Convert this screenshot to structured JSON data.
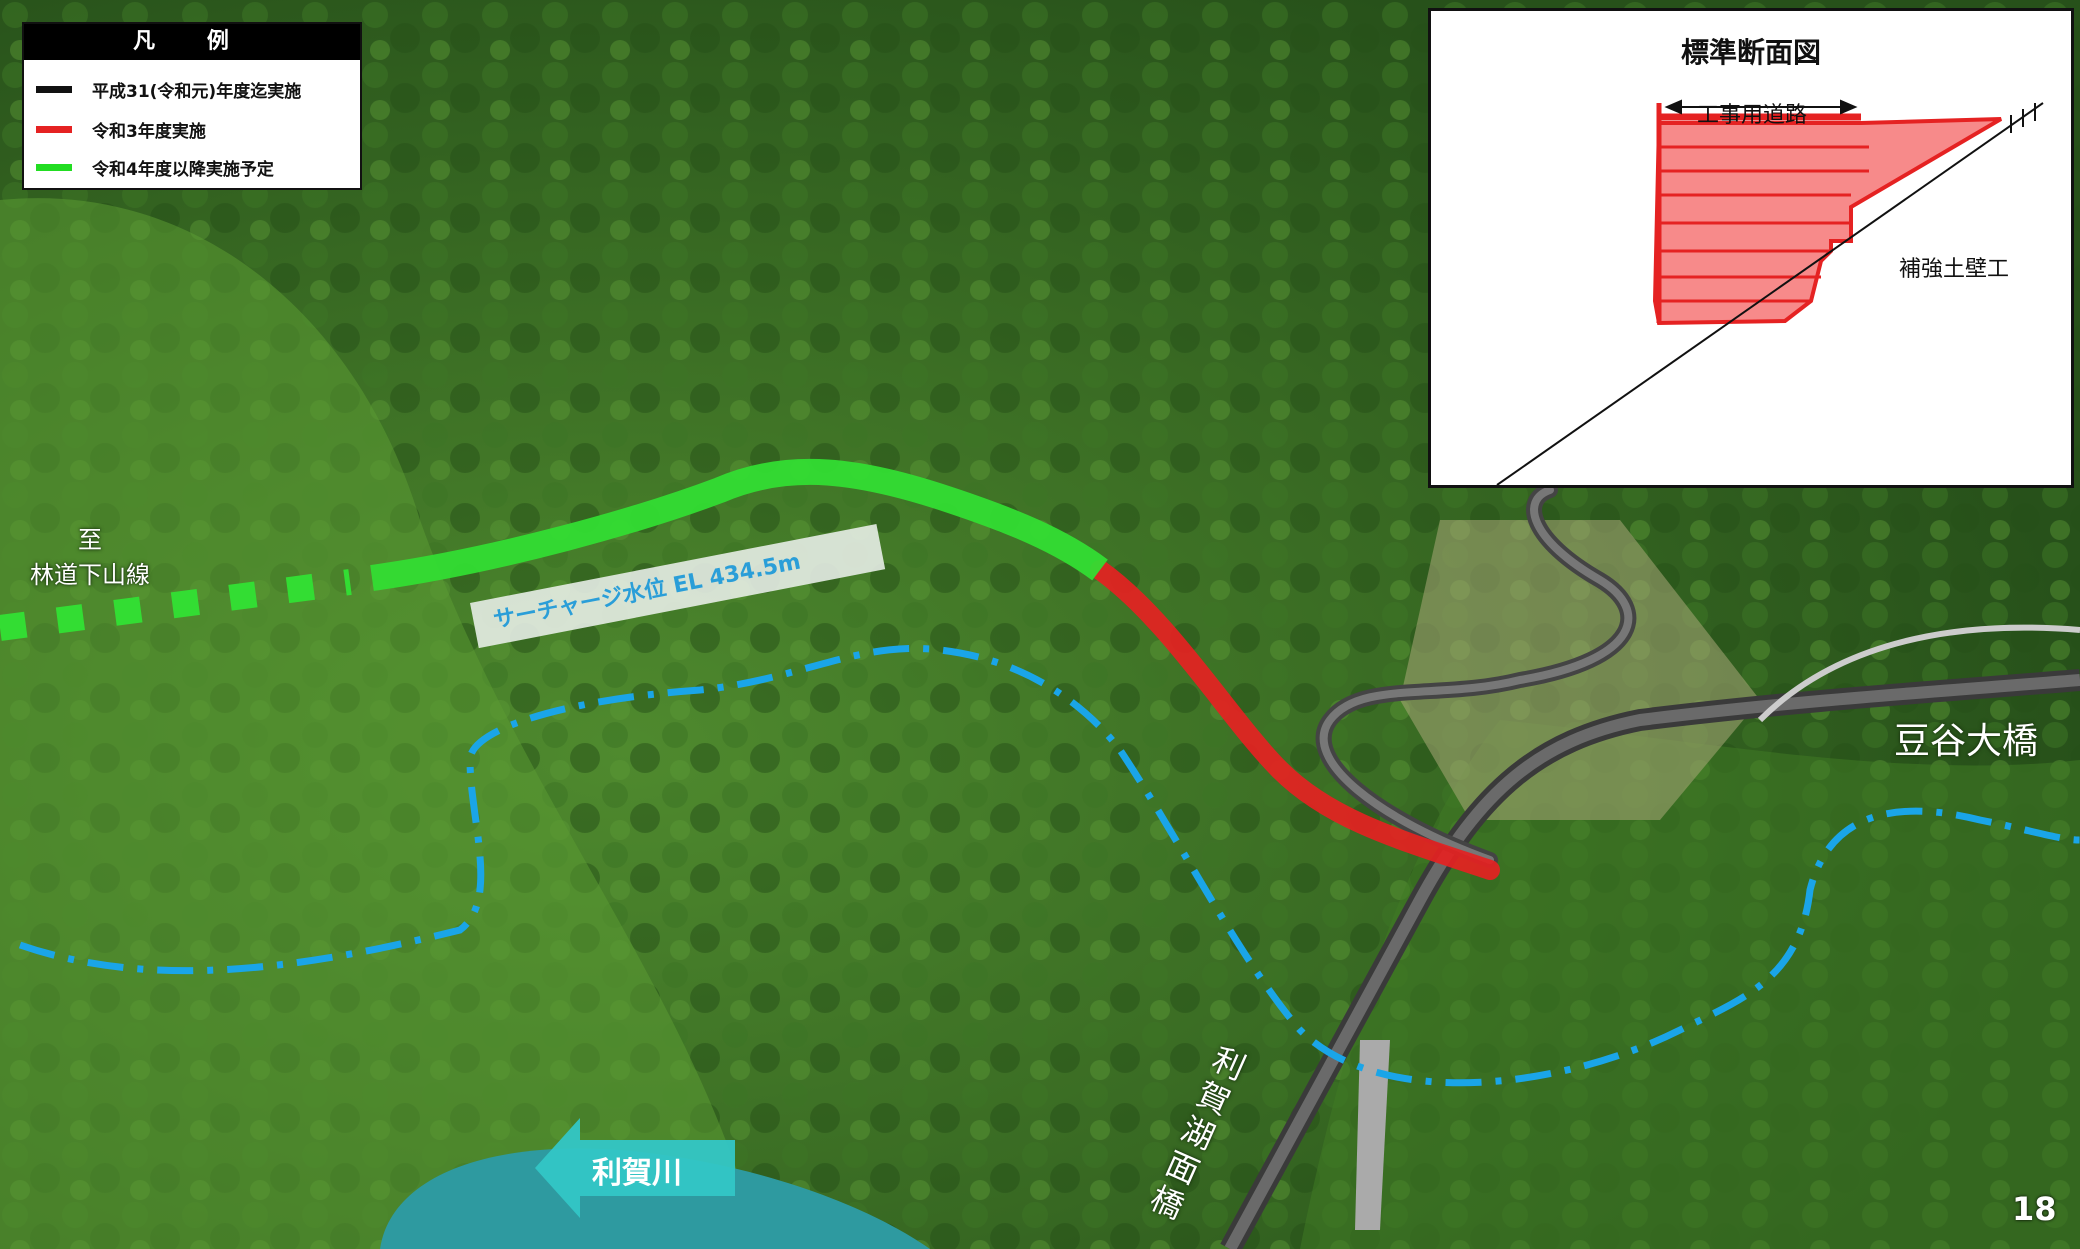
{
  "legend": {
    "title": "凡 例",
    "items": [
      {
        "label": "平成31(令和元)年度迄実施",
        "color": "#111111"
      },
      {
        "label": "令和3年度実施",
        "color": "#e52222"
      },
      {
        "label": "令和4年度以降実施予定",
        "color": "#22dd22"
      }
    ]
  },
  "inset": {
    "title": "標準断面図",
    "road_label": "工事用道路",
    "wall_label": "補強土壁工"
  },
  "labels": {
    "to_prefix": "至",
    "to_road": "林道下山線",
    "surcharge": "サーチャージ水位 EL 434.5m",
    "river": "利賀川",
    "bridge_right": "豆谷大橋",
    "lake_bridge": [
      "利",
      "賀",
      "湖",
      "面",
      "橋"
    ],
    "page_number": "18"
  },
  "colors": {
    "done": "#555555",
    "fy3": "#e52222",
    "planned": "#33dd33",
    "water_line": "#1aa5e8",
    "river_arrow": "#33c6c6"
  }
}
